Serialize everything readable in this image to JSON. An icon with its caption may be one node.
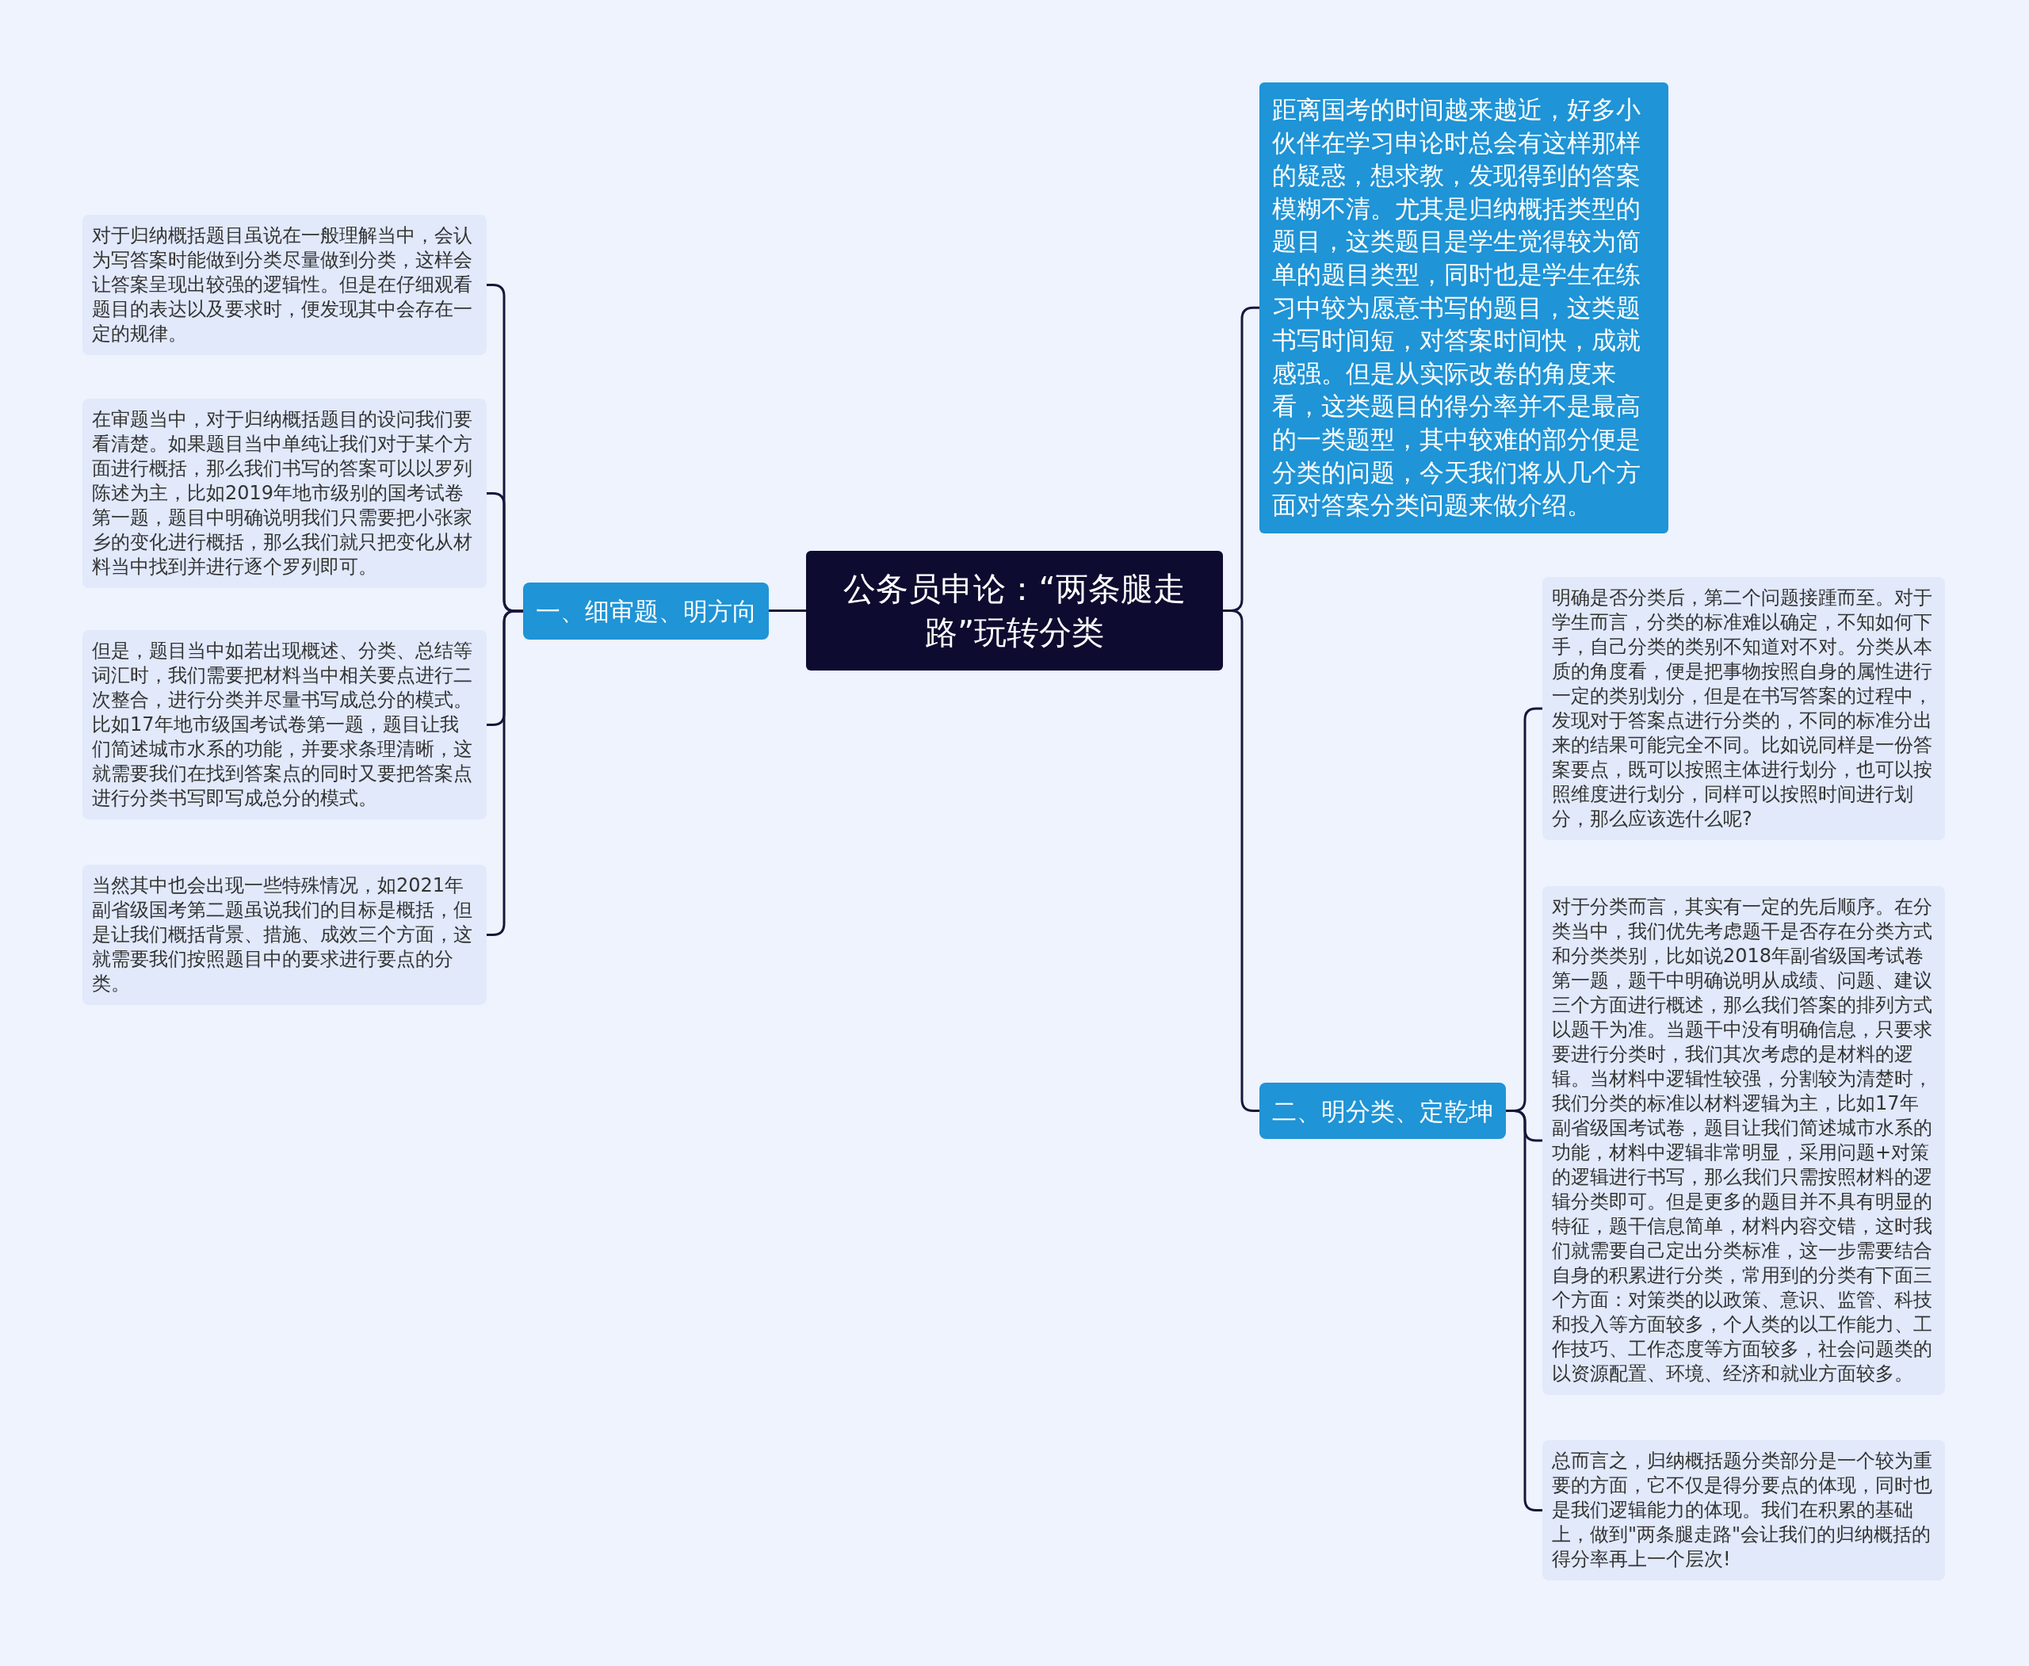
{
  "diagram": {
    "nodes": [
      {
        "text": [
          "公务员申论：“两条腿走路”玩转分类"
        ]
      },
      {
        "text": [
          "一、细审题、明方向"
        ]
      },
      {
        "text": [
          "对于归纳概括题目虽说在一般理解当中，会认为写答案时能做到分类尽量做到分类，这样会让答案呈现出较强的逻辑性。但是在仔细观看题目的表达以及要求时，便发现其中会存在一定的规律。"
        ]
      },
      {
        "text": [
          "在审题当中，对于归纳概括题目的设问我们要看清楚。如果题目当中单纯让我们对于某个方面进行概括，那么我们书写的答案可以以罗列陈述为主，比如2019年地市级别的国考试卷第一题，题目中明确说明我们只需要把小张家乡的变化进行概括，那么我们就只把变化从材料当中找到并进行逐个罗列即可。"
        ]
      },
      {
        "text": [
          "但是，题目当中如若出现概述、分类、总结等词汇时，我们需要把材料当中相关要点进行二次整合，进行分类并尽量书写成总分的模式。比如17年地市级国考试卷第一题，题目让我们简述城市水系的功能，并要求条理清晰，这就需要我们在找到答案点的同时又要把答案点进行分类书写即写成总分的模式。"
        ]
      },
      {
        "text": [
          "当然其中也会出现一些特殊情况，如2021年副省级国考第二题虽说我们的目标是概括，但是让我们概括背景、措施、成效三个方面，这就需要我们按照题目中的要求进行要点的分类。"
        ]
      },
      {
        "text": [
          "距离国考的时间越来越近，好多小伙伴在学习申论时总会有这样那样的疑惑，想求教，发现得到的答案模糊不清。尤其是归纳概括类型的题目，这类题目是学生觉得较为简单的题目类型，同时也是学生在练习中较为愿意书写的题目，这类题书写时间短，对答案时间快，成就感强。但是从实际改卷的角度来看，这类题目的得分率并不是最高的一类题型，其中较难的部分便是分类的问题，今天我们将从几个方面对答案分类问题来做介绍。"
        ]
      },
      {
        "text": [
          "二、明分类、定乾坤"
        ]
      },
      {
        "text": [
          "明确是否分类后，第二个问题接踵而至。对于学生而言，分类的标准难以确定，不知如何下手，自己分类的类别不知道对不对。分类从本质的角度看，便是把事物按照自身的属性进行一定的类别划分，但是在书写答案的过程中，发现对于答案点进行分类的，不同的标准分出来的结果可能完全不同。比如说同样是一份答案要点，既可以按照主体进行划分，也可以按照维度进行划分，同样可以按照时间进行划分，那么应该选什么呢?"
        ]
      },
      {
        "text": [
          "对于分类而言，其实有一定的先后顺序。在分类当中，我们优先考虑题干是否存在分类方式和分类类别，比如说2018年副省级国考试卷第一题，题干中明确说明从成绩、问题、建议三个方面进行概述，那么我们答案的排列方式以题干为准。当题干中没有明确信息，只要求要进行分类时，我们其次考虑的是材料的逻辑。当材料中逻辑性较强，分割较为清楚时，我们分类的标准以材料逻辑为主，比如17年副省级国考试卷，题目让我们简述城市水系的功能，材料中逻辑非常明显，采用问题+对策的逻辑进行书写，那么我们只需按照材料的逻辑分类即可。但是更多的题目并不具有明显的特征，题干信息简单，材料内容交错，这时我们就需要自己定出分类标准，这一步需要结合自身的积累进行分类，常用到的分类有下面三个方面：对策类的以政策、意识、监管、科技和投入等方面较多，个人类的以工作能力、工作技巧、工作态度等方面较多，社会问题类的以资源配置、环境、经济和就业方面较多。"
        ]
      },
      {
        "text": [
          "总而言之，归纳概括题分类部分是一个较为重要的方面，它不仅是得分要点的体现，同时也是我们逻辑能力的体现。我们在积累的基础上，做到\"两条腿走路\"会让我们的归纳概括的得分率再上一个层次!"
        ]
      }
    ],
    "edges": [
      {
        "from": 0,
        "to": 1,
        "arrow": "none"
      },
      {
        "from": 1,
        "to": 2,
        "arrow": "none"
      },
      {
        "from": 1,
        "to": 3,
        "arrow": "none"
      },
      {
        "from": 1,
        "to": 4,
        "arrow": "none"
      },
      {
        "from": 1,
        "to": 5,
        "arrow": "none"
      },
      {
        "from": 0,
        "to": 6,
        "arrow": "none"
      },
      {
        "from": 0,
        "to": 7,
        "arrow": "none"
      },
      {
        "from": 7,
        "to": 8,
        "arrow": "none"
      },
      {
        "from": 7,
        "to": 9,
        "arrow": "none"
      },
      {
        "from": 7,
        "to": 10,
        "arrow": "none"
      }
    ]
  }
}
